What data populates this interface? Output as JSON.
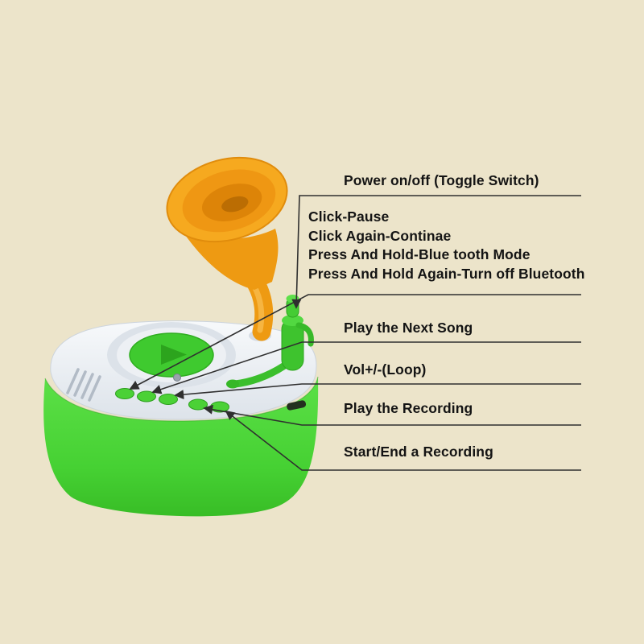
{
  "page": {
    "background_color": "#ece4ca"
  },
  "annotations": {
    "power": {
      "label": "Power on/off (Toggle Switch)"
    },
    "pause": {
      "lines": [
        "Click-Pause",
        "Click Again-Continae",
        "Press And Hold-Blue tooth Mode",
        "Press And Hold Again-Turn off Bluetooth"
      ]
    },
    "next_song": {
      "label": "Play the Next Song"
    },
    "volume": {
      "label": "Vol+/-(Loop)"
    },
    "play_recording": {
      "label": "Play the Recording"
    },
    "start_end_recording": {
      "label": "Start/End a Recording"
    }
  },
  "icons": {
    "play_icon": "▶"
  },
  "colors": {
    "background": "#ece4ca",
    "horn_orange": "#F6A91F",
    "body_green": "#46D133",
    "deck_white": "#EDF0F4",
    "disc_green": "#3FCA2F",
    "button_green": "#4BD136",
    "annotation_line": "#2F2F2F",
    "text": "#141414"
  }
}
